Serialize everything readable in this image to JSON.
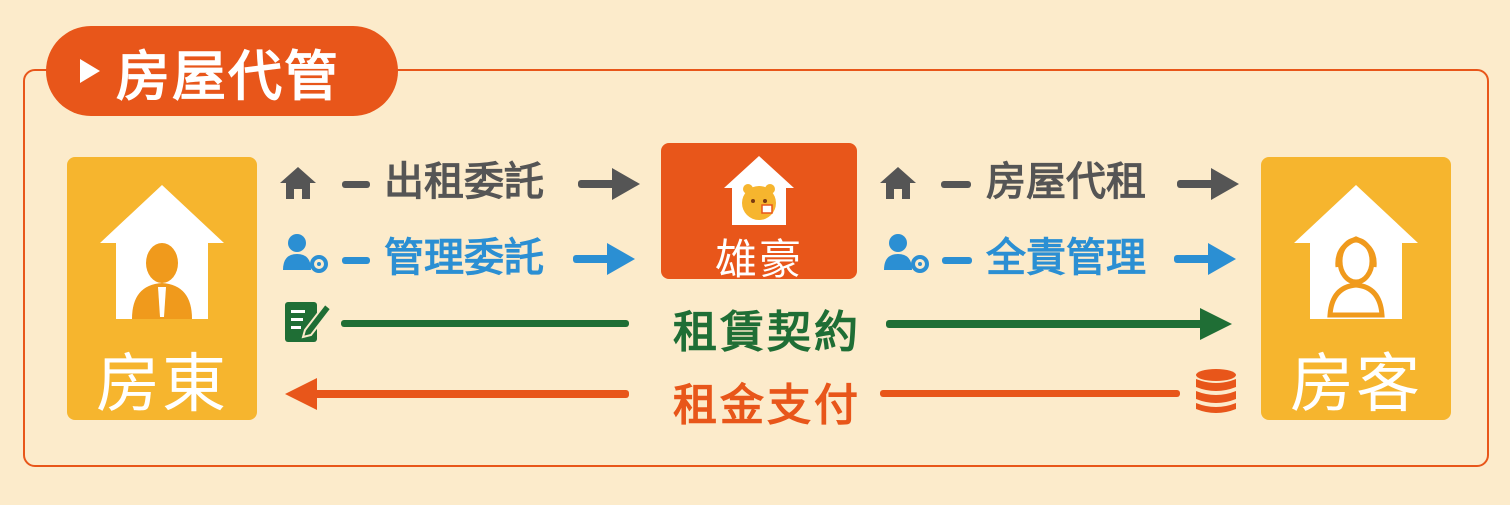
{
  "title": "房屋代管",
  "landlord": {
    "label": "房東"
  },
  "tenant": {
    "label": "房客"
  },
  "agent": {
    "label": "雄豪"
  },
  "flows": {
    "rental_entrust": "出租委託",
    "management_entrust": "管理委託",
    "house_rent": "房屋代租",
    "full_management": "全責管理",
    "lease_contract": "租賃契約",
    "rent_payment": "租金支付"
  },
  "colors": {
    "background": "#FCEBCB",
    "accent_orange": "#E8561A",
    "party_yellow": "#F6B52E",
    "gray": "#555555",
    "blue": "#2B8FD3",
    "green": "#1F6E35"
  }
}
